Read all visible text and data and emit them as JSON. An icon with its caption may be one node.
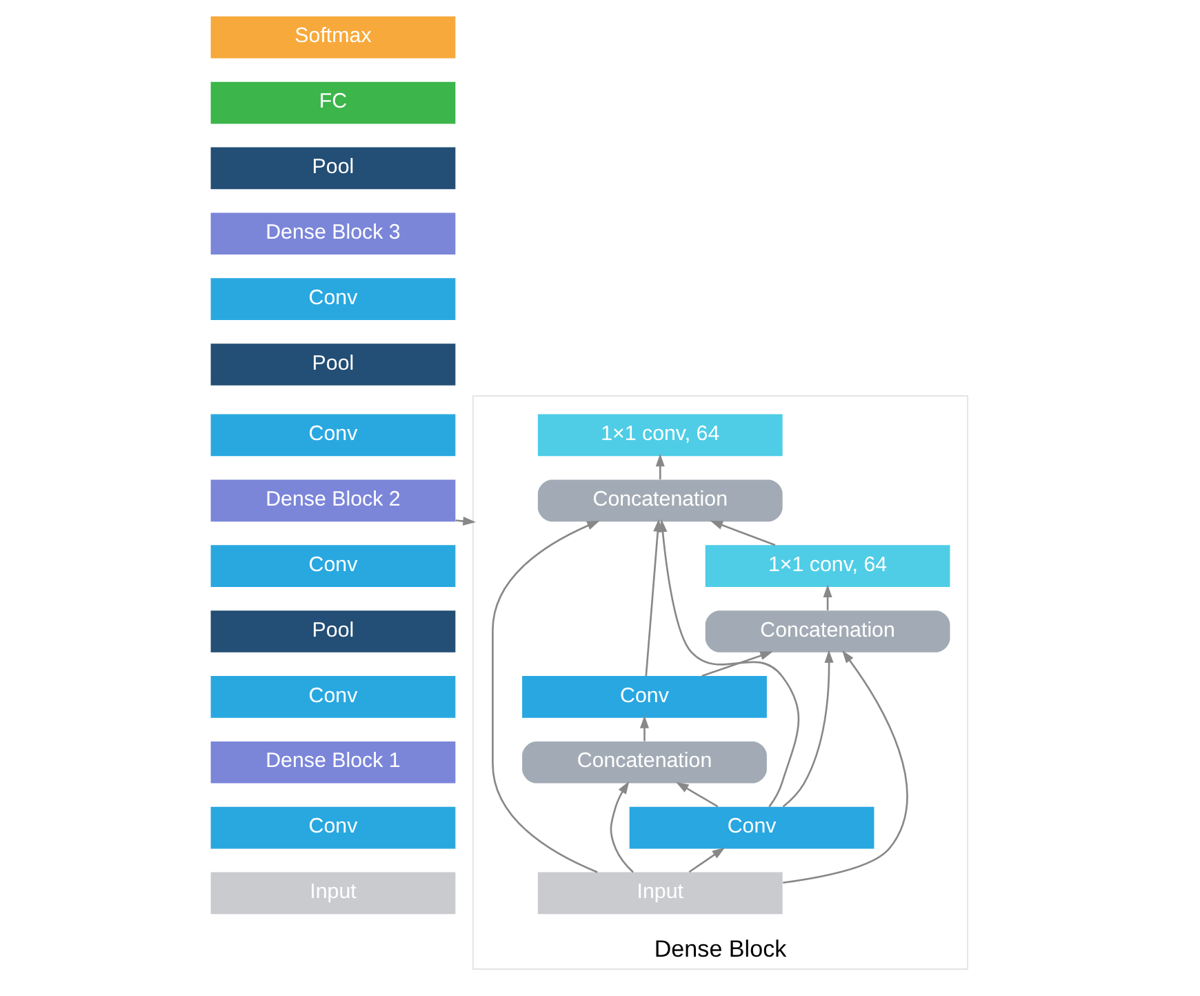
{
  "diagram": {
    "nodes": [
      {
        "text": [
          "Dense Block"
        ]
      },
      {
        "text": [
          "1×1 conv, 64"
        ],
        "in": 0
      },
      {
        "text": [
          "Concatenation"
        ],
        "in": 0
      },
      {
        "text": [
          "1×1 conv, 64"
        ],
        "in": 0
      },
      {
        "text": [
          "Concatenation"
        ],
        "in": 0
      },
      {
        "text": [
          "Conv"
        ],
        "in": 0
      },
      {
        "text": [
          "Concatenation"
        ],
        "in": 0
      },
      {
        "text": [
          "Conv"
        ],
        "in": 0
      },
      {
        "text": [
          "Input"
        ],
        "in": 0
      },
      {
        "text": [
          "Softmax"
        ]
      },
      {
        "text": [
          "FC"
        ]
      },
      {
        "text": [
          "Pool"
        ]
      },
      {
        "text": [
          "Dense Block 3"
        ]
      },
      {
        "text": [
          "Conv"
        ]
      },
      {
        "text": [
          "Pool"
        ]
      },
      {
        "text": [
          "Conv"
        ]
      },
      {
        "text": [
          "Dense Block 2"
        ]
      },
      {
        "text": [
          "Conv"
        ]
      },
      {
        "text": [
          "Pool"
        ]
      },
      {
        "text": [
          "Conv"
        ]
      },
      {
        "text": [
          "Dense Block 1"
        ]
      },
      {
        "text": [
          "Conv"
        ]
      },
      {
        "text": [
          "Input"
        ]
      }
    ],
    "edges": [
      {
        "from": 8,
        "to": 7,
        "arrow": "to"
      },
      {
        "from": 7,
        "to": 6,
        "arrow": "to"
      },
      {
        "from": 6,
        "to": 5,
        "arrow": "to"
      },
      {
        "from": 5,
        "to": 4,
        "arrow": "to"
      },
      {
        "from": 4,
        "to": 3,
        "arrow": "to"
      },
      {
        "from": 3,
        "to": 2,
        "arrow": "to"
      },
      {
        "from": 2,
        "to": 1,
        "arrow": "to"
      },
      {
        "from": 8,
        "to": 6,
        "arrow": "to"
      },
      {
        "from": 8,
        "to": 4,
        "arrow": "to"
      },
      {
        "from": 7,
        "to": 4,
        "arrow": "to"
      },
      {
        "from": 8,
        "to": 2,
        "arrow": "to"
      },
      {
        "from": 7,
        "to": 2,
        "arrow": "to"
      },
      {
        "from": 5,
        "to": 2,
        "arrow": "to"
      },
      {
        "from": 16,
        "to": 0,
        "arrow": "to"
      }
    ]
  }
}
